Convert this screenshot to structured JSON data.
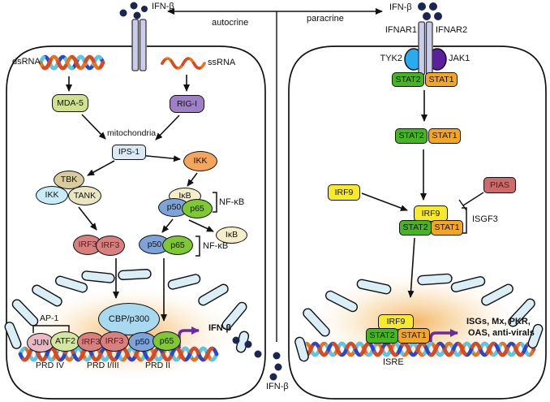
{
  "molecules": {
    "ifn_beta": "IFN-β",
    "dsrna": "dsRNA",
    "ssrna": "ssRNA",
    "mda5": "MDA-5",
    "rig_i": "RIG-I",
    "ips1": "IPS-1",
    "ikk": "IKK",
    "tbk": "TBK",
    "tank": "TANK",
    "ikb": "IκB",
    "p50": "p50",
    "p65": "p65",
    "nf_kb": "NF-κB",
    "irf3": "IRF3",
    "cbp_p300": "CBP/p300",
    "jun": "JUN",
    "atf2": "ATF2",
    "ap1": "AP-1",
    "ifnar1": "IFNAR1",
    "ifnar2": "IFNAR2",
    "tyk2": "TYK2",
    "jak1": "JAK1",
    "stat1": "STAT1",
    "stat2": "STAT2",
    "irf9": "IRF9",
    "pias": "PIAS",
    "isgf3": "ISGF3"
  },
  "annotations": {
    "autocrine": "autocrine",
    "paracrine": "paracrine",
    "mitochondria": "mitochondria",
    "prd_iv": "PRD IV",
    "prd_i_iii": "PRD I/III",
    "prd_ii": "PRD II",
    "isre": "ISRE",
    "isgs_line1": "ISGs, Mx, PKR,",
    "isgs_line2": "OAS, anti-virals"
  },
  "colors": {
    "ifn_beta_dot": "#1b2553",
    "transcription_arrow": "#6b2a9e",
    "stat2_fill": "#44b71f",
    "stat1_fill": "#f5a61f",
    "irf9_fill": "#f7e92c",
    "pias_fill": "#cb6b6b",
    "p50_fill": "#7da3d8",
    "p65_fill": "#7ec832",
    "irf3_fill": "#d87f7f",
    "mda5_fill": "#cfe08e",
    "rig_i_fill": "#9e80c4",
    "ikk_fill": "#f5a55c",
    "tyk2_fill": "#2aabf0",
    "jak1_fill": "#5c1f9e",
    "nuclear_envelope": "#daeef5",
    "receptor_fill": "#c9cde9",
    "dna_orange": "#e8731e",
    "dna_blue": "#2748cb"
  }
}
